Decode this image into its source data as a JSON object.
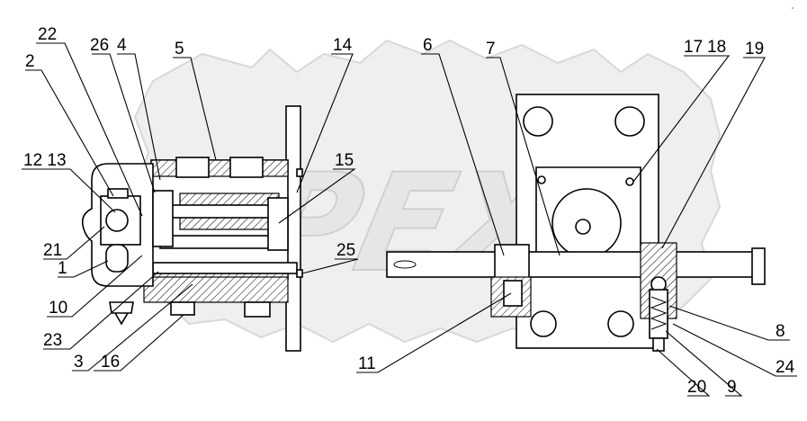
{
  "watermark": "OPEX",
  "corner_mark": "°",
  "callouts": [
    {
      "id": "c22",
      "text": "22"
    },
    {
      "id": "c26",
      "text": "26"
    },
    {
      "id": "c4",
      "text": "4"
    },
    {
      "id": "c5",
      "text": "5"
    },
    {
      "id": "c14",
      "text": "14"
    },
    {
      "id": "c6",
      "text": "6"
    },
    {
      "id": "c7",
      "text": "7"
    },
    {
      "id": "c17",
      "text": "17"
    },
    {
      "id": "c18",
      "text": "18"
    },
    {
      "id": "c19",
      "text": "19"
    },
    {
      "id": "c2",
      "text": "2"
    },
    {
      "id": "c1213",
      "text": "12 13"
    },
    {
      "id": "c15",
      "text": "15"
    },
    {
      "id": "c21",
      "text": "21"
    },
    {
      "id": "c1",
      "text": "1"
    },
    {
      "id": "c25",
      "text": "25"
    },
    {
      "id": "c10",
      "text": "10"
    },
    {
      "id": "c23",
      "text": "23"
    },
    {
      "id": "c3",
      "text": "3"
    },
    {
      "id": "c16",
      "text": "16"
    },
    {
      "id": "c11",
      "text": "11"
    },
    {
      "id": "c8",
      "text": "8"
    },
    {
      "id": "c24",
      "text": "24"
    },
    {
      "id": "c20",
      "text": "20"
    },
    {
      "id": "c9",
      "text": "9"
    }
  ]
}
